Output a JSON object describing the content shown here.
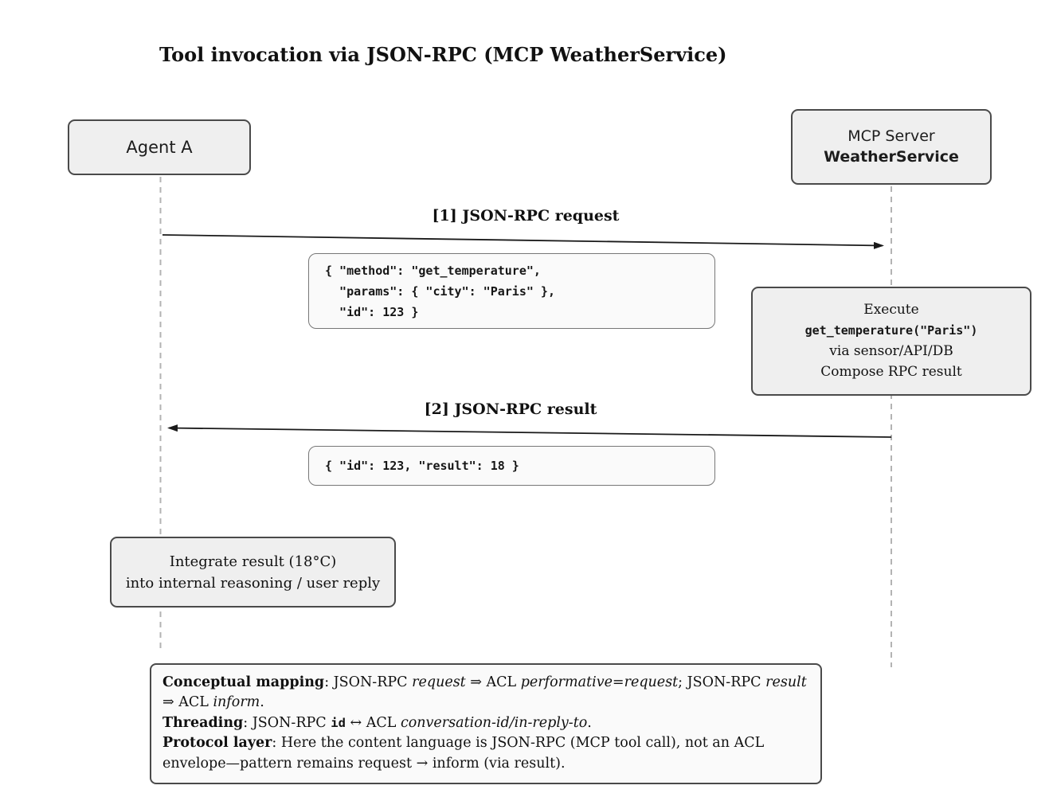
{
  "title": "Tool invocation via JSON-RPC (MCP WeatherService)",
  "actors": {
    "agent": {
      "label": "Agent A"
    },
    "server": {
      "line1": "MCP Server",
      "line2": "WeatherService"
    }
  },
  "messages": {
    "request": {
      "label": "[1] JSON-RPC request",
      "payload": [
        "{ \"method\": \"get_temperature\",",
        "  \"params\": { \"city\": \"Paris\" },",
        "  \"id\": 123 }"
      ]
    },
    "result": {
      "label": "[2] JSON-RPC result",
      "payload": [
        "{ \"id\": 123, \"result\": 18 }"
      ]
    }
  },
  "activities": {
    "execute": {
      "lines": [
        "Execute",
        "get_temperature(\"Paris\")",
        "via sensor/API/DB",
        "Compose RPC result"
      ]
    },
    "integrate": {
      "lines": [
        "Integrate result (18°C)",
        "into internal reasoning / user reply"
      ]
    }
  },
  "note": {
    "p1": {
      "s0": "Conceptual mapping",
      "s1": ": JSON-RPC ",
      "s2": "request",
      "s3": " ⇒ ACL ",
      "s4": "performative=request",
      "s5": "; JSON-RPC ",
      "s6": "result",
      "s7": " ⇒ ACL ",
      "s8": "inform",
      "s9": "."
    },
    "p2": {
      "s0": "Threading",
      "s1": ": JSON-RPC ",
      "s2": "id",
      "s3": " ↔ ACL ",
      "s4": "conversation-id/in-reply-to",
      "s5": "."
    },
    "p3": {
      "s0": "Protocol layer",
      "s1": ": Here the content language is JSON-RPC (MCP tool call), not an ACL envelope—pattern remains request → inform (via result)."
    }
  },
  "colors": {
    "box_fill": "#efefef",
    "box_border": "#4a4a4a",
    "payload_fill": "#fafafa",
    "payload_border": "#777777",
    "lifeline": "#b3b3b3",
    "arrow": "#1a1a1a",
    "text": "#111111"
  }
}
